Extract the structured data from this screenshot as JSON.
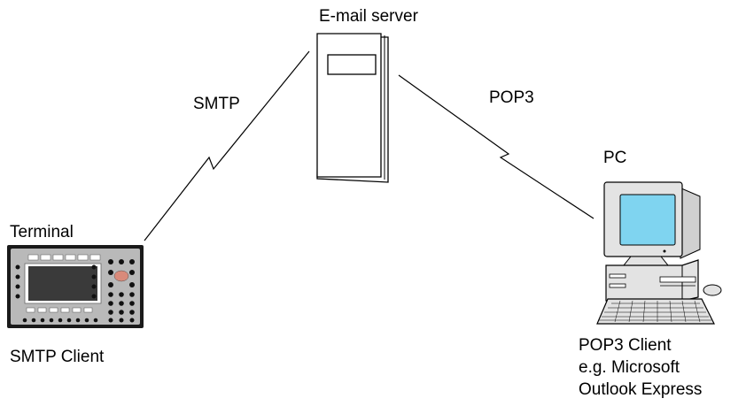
{
  "labels": {
    "server": "E-mail server",
    "smtp": "SMTP",
    "pop3": "POP3",
    "pc": "PC",
    "terminal": "Terminal",
    "smtp_client": "SMTP Client",
    "pop3_client_lines": [
      "POP3 Client",
      "e.g. Microsoft",
      "Outlook Express"
    ]
  },
  "colors": {
    "line": "#000000",
    "screen": "#7fd4f0",
    "terminal_body": "#b9b9b9",
    "terminal_screen": "#3a3a3a",
    "pc_body": "#e3e3e3"
  }
}
